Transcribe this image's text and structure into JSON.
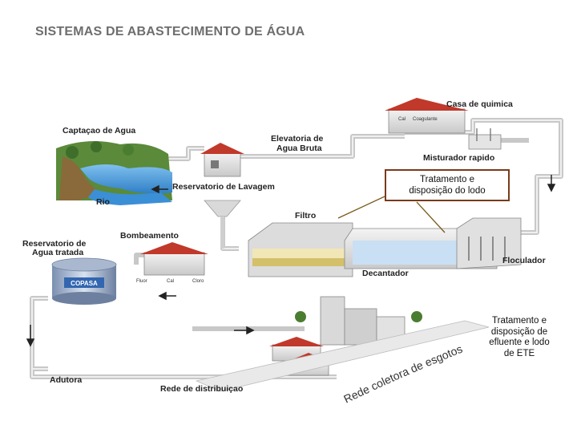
{
  "slide": {
    "title": "SISTEMAS DE ABASTECIMENTO DE ÁGUA"
  },
  "diagram": {
    "labels": {
      "captacao": "Captaçao de Agua",
      "elevatoria": "Elevatoria de",
      "elevatoria2": "Agua Bruta",
      "casa_quimica": "Casa de quimica",
      "misturador": "Misturador rapido",
      "reservatorio_lavagem": "Reservatorio de Lavagem",
      "rio": "Rio",
      "filtro": "Filtro",
      "bombeamento": "Bombeamento",
      "reservatorio_tratada": "Reservatorio de",
      "reservatorio_tratada2": "Agua tratada",
      "floculador": "Floculador",
      "decantador": "Decantador",
      "adutora": "Adutora",
      "rede_distribuicao": "Rede de distribuiçao",
      "copasa": "COPASA",
      "cal": "Cal",
      "coagulante": "Coagulante",
      "fluor": "Fluor",
      "cal2": "Cal",
      "cloro": "Cloro"
    },
    "annotations": {
      "lodo_line1": "Tratamento e",
      "lodo_line2": "disposição do lodo",
      "ete_line1": "Tratamento e",
      "ete_line2": "disposição de",
      "ete_line3": "efluente e lodo",
      "ete_line4": "de ETE",
      "rede_esgotos": "Rede coletora de esgotos"
    },
    "colors": {
      "roof": "#c0392b",
      "water": "#3b8fd6",
      "pipe": "#cfcfcf",
      "arrow_line": "#7a5a1a",
      "annotation_border": "#7a3a1a"
    }
  }
}
